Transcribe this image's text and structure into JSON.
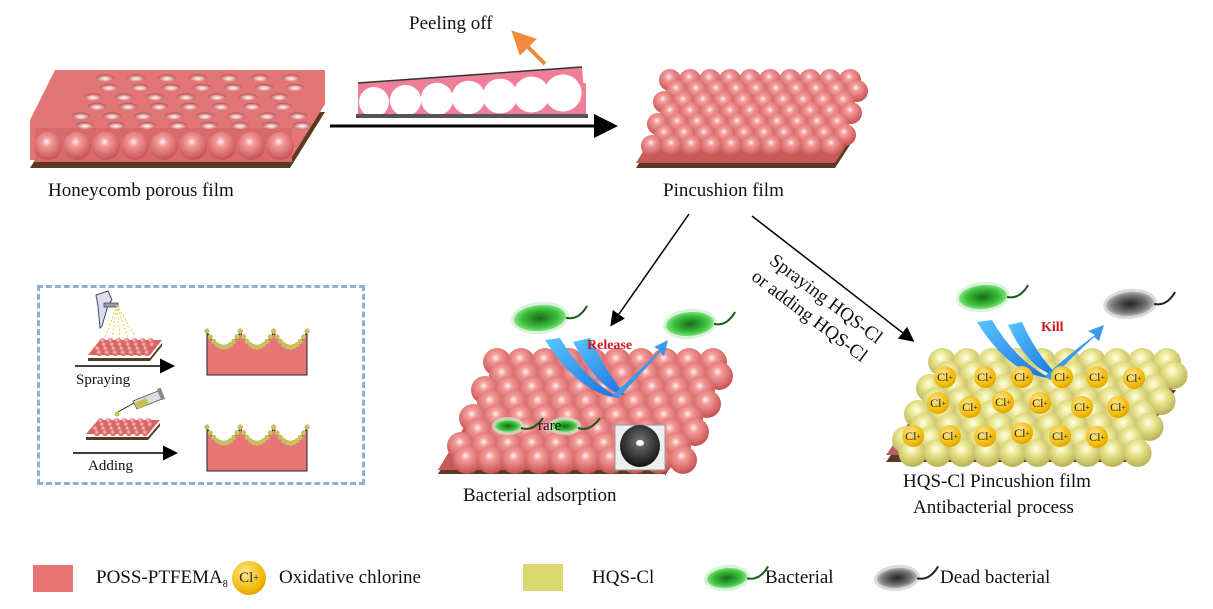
{
  "colors": {
    "poss_film": "#e87575",
    "hqs_cl": "#dcd870",
    "oxidative_chlorine": "#f0b800",
    "bacterial": "#2f9e2f",
    "dead_bacterial": "#555555",
    "peel_arrow": "#f08a3c",
    "flow_arrow": "#2ea0ef",
    "inset_border": "#8fb0d4",
    "accent_text": "#d01818"
  },
  "top": {
    "honeycomb_label": "Honeycomb porous film",
    "peeling_label": "Peeling off",
    "pincushion_label": "Pincushion film"
  },
  "branches": {
    "spray_label_line1": "Spraying HQS-Cl",
    "spray_label_line2": "or adding HQS-Cl"
  },
  "adsorption": {
    "release_label": "Release",
    "rare_label": "rare",
    "caption": "Bacterial adsorption"
  },
  "antibacterial": {
    "kill_label": "Kill",
    "cl_badge": "Cl",
    "cl_charge": "+",
    "caption_line1": "HQS-Cl Pincushion film",
    "caption_line2": "Antibacterial process"
  },
  "inset": {
    "spraying_label": "Spraying",
    "adding_label": "Adding"
  },
  "legend": [
    {
      "icon": "pink-swatch",
      "label": "POSS-PTFEMA",
      "subscript": "8"
    },
    {
      "icon": "cl-plus-badge",
      "label": "Oxidative chlorine"
    },
    {
      "icon": "yellow-swatch",
      "label": "HQS-Cl"
    },
    {
      "icon": "green-bacterium",
      "label": "Bacterial"
    },
    {
      "icon": "gray-bacterium",
      "label": "Dead bacterial"
    }
  ]
}
